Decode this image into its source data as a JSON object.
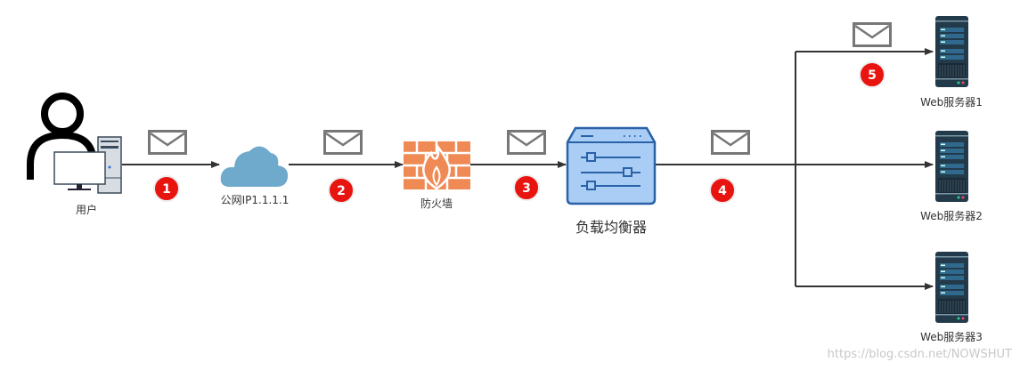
{
  "nodes": {
    "user": "用户",
    "cloud": "公网IP1.1.1.1",
    "firewall": "防火墙",
    "load_balancer": "负载均衡器",
    "servers": [
      "Web服务器1",
      "Web服务器2",
      "Web服务器3"
    ]
  },
  "steps": [
    "1",
    "2",
    "3",
    "4",
    "5"
  ],
  "watermark": "https://blog.csdn.net/NOWSHUT",
  "colors": {
    "badge": "#e8140f",
    "cloud": "#6fa9cc",
    "firewall": "#f08a55",
    "lb_fill": "#a9cdf5",
    "lb_stroke": "#2a62a8",
    "server": "#233a4a",
    "line": "#333333",
    "envelope": "#7a7a7a"
  }
}
